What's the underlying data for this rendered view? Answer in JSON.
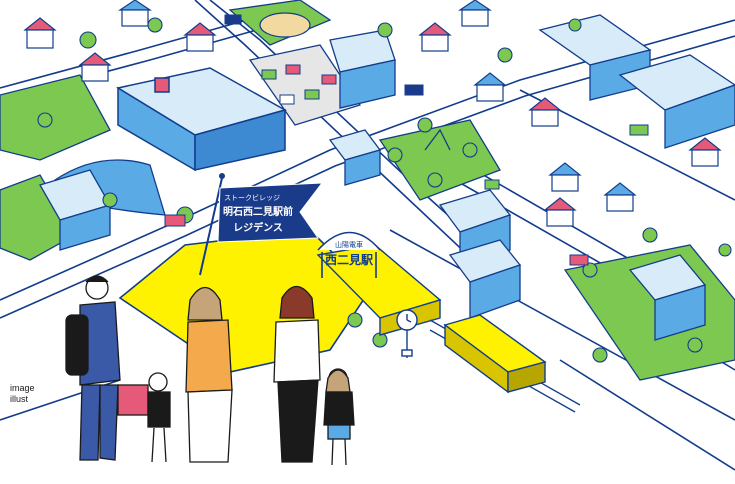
{
  "flag": {
    "line1": "ストークビレッジ",
    "line2": "明石西二見駅前",
    "line3": "レジデンス"
  },
  "station": {
    "line_name": "山陽電車",
    "name": "西二見駅"
  },
  "caption": {
    "line1": "image",
    "line2": "illust"
  },
  "colors": {
    "outline": "#123d8c",
    "fill_blue": "#5aaae6",
    "pale_blue": "#d8ebf9",
    "green": "#7cc850",
    "yellow": "#fff200",
    "mustard": "#d8c500",
    "navy": "#1a3a8a"
  }
}
